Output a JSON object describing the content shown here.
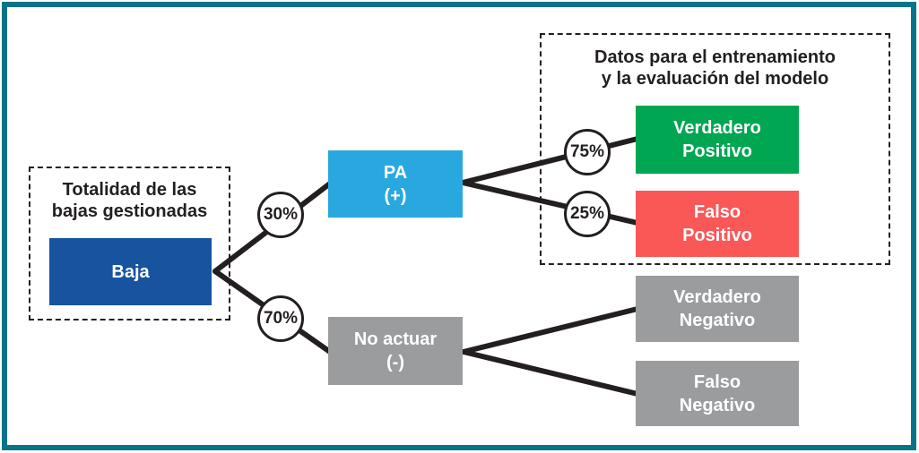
{
  "diagram": {
    "type": "decision-tree",
    "left_group": {
      "label_line1": "Totalidad de las",
      "label_line2": "bajas gestionadas"
    },
    "right_group": {
      "label_line1": "Datos para el entrenamiento",
      "label_line2": "y la evaluación del modelo"
    },
    "nodes": {
      "baja": {
        "line1": "Baja",
        "line2": "",
        "color": "#17539F"
      },
      "pa": {
        "line1": "PA",
        "line2": "(+)",
        "color": "#29A8DF"
      },
      "no_actuar": {
        "line1": "No actuar",
        "line2": "(-)",
        "color": "#9A9C9E"
      },
      "verdadero_positivo": {
        "line1": "Verdadero",
        "line2": "Positivo",
        "color": "#00A651"
      },
      "falso_positivo": {
        "line1": "Falso",
        "line2": "Positivo",
        "color": "#FA5757"
      },
      "verdadero_negativo": {
        "line1": "Verdadero",
        "line2": "Negativo",
        "color": "#9A9C9E"
      },
      "falso_negativo": {
        "line1": "Falso",
        "line2": "Negativo",
        "color": "#9A9C9E"
      }
    },
    "probabilities": {
      "pa": "30%",
      "no_actuar": "70%",
      "verdadero_positivo": "75%",
      "falso_positivo": "25%"
    },
    "colors": {
      "frame_border": "#077487",
      "branch_line": "#231F20",
      "text_dark": "#231F20",
      "node_text": "#FFFFFF"
    }
  }
}
